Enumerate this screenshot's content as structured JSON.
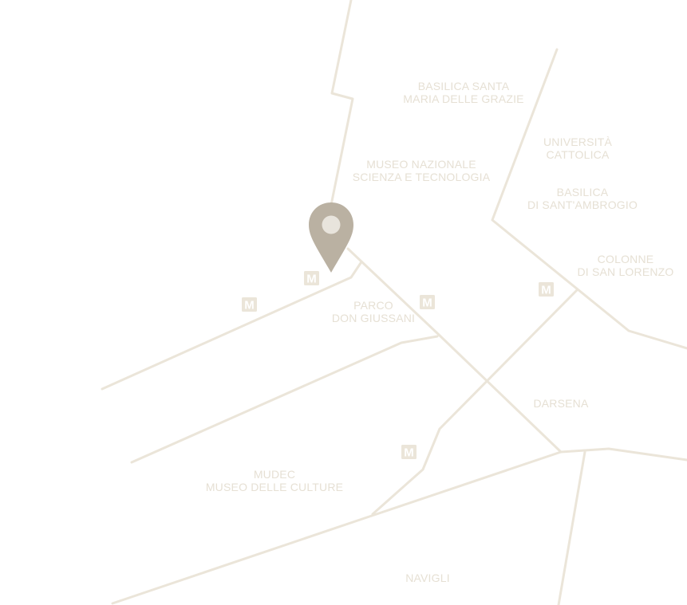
{
  "map": {
    "colors": {
      "background": "#ffffff",
      "road": "#ebe5d9",
      "label": "#e6e0d4",
      "metro_badge": "#ebe5d9",
      "pin": "#bab1a2",
      "pin_dot": "#e8e4dc"
    },
    "labels": {
      "basilica_santa_maria": [
        "BASILICA SANTA",
        "MARIA DELLE GRAZIE"
      ],
      "universita_cattolica": [
        "UNIVERSITÀ",
        "CATTOLICA"
      ],
      "museo_scienza": [
        "MUSEO NAZIONALE",
        "SCIENZA E TECNOLOGIA"
      ],
      "basilica_ambrogio": [
        "BASILICA",
        "DI SANT'AMBROGIO"
      ],
      "colonne_lorenzo": [
        "COLONNE",
        "DI SAN LORENZO"
      ],
      "parco_giussani": [
        "PARCO",
        "DON GIUSSANI"
      ],
      "darsena": [
        "DARSENA"
      ],
      "mudec": [
        "MUDEC",
        "MUSEO DELLE CULTURE"
      ],
      "navigli": [
        "NAVIGLI"
      ]
    },
    "metro_badge_text": "M",
    "icons": {
      "location_pin": "map-pin-icon",
      "metro": "metro-station-icon"
    }
  }
}
